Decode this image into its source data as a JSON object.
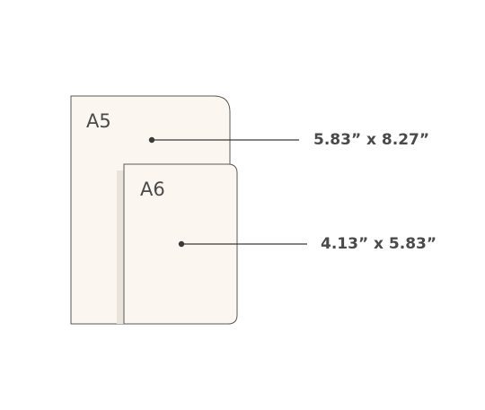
{
  "a5": {
    "name": "A5",
    "dimensions": "5.83” x 8.27”"
  },
  "a6": {
    "name": "A6",
    "dimensions": "4.13” x 5.83”"
  },
  "colors": {
    "paper_fill": "#fbf6ef",
    "paper_edge": "#5a5a5a",
    "shadow": "#e9e3da",
    "leader": "#3a3a3a",
    "text": "#4a4a4a"
  }
}
